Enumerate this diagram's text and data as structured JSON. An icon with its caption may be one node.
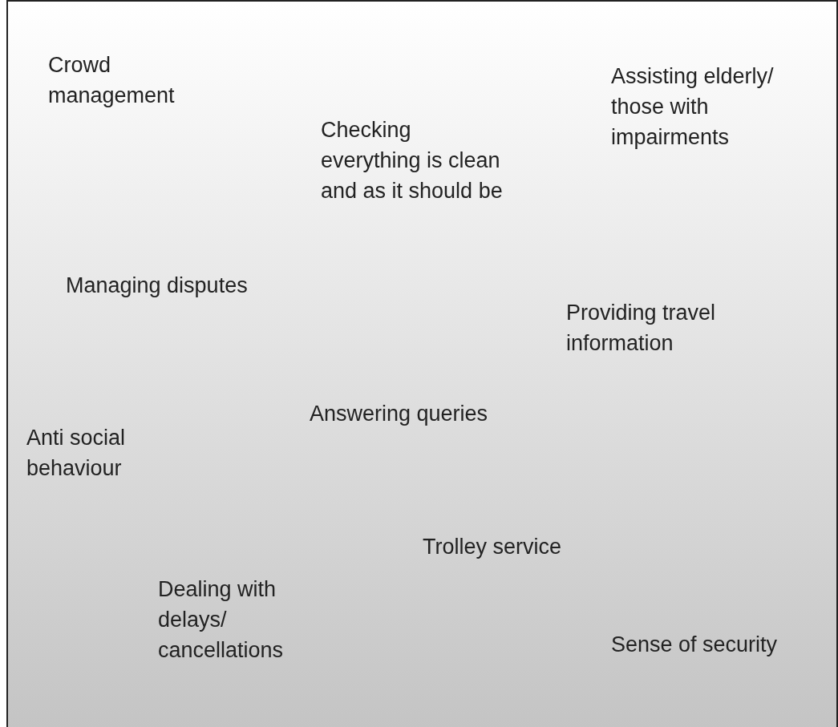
{
  "diagram": {
    "labels": [
      "Crowd management",
      "Assisting elderly/ those with impairments",
      "Checking everything is clean and as it should be",
      "Managing disputes",
      "Providing travel information",
      "Answering queries",
      "Anti social behaviour",
      "Trolley service",
      "Dealing with delays/ cancellations",
      "Sense of security"
    ]
  }
}
